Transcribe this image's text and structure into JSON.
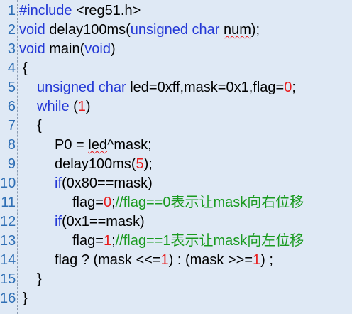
{
  "colors": {
    "background": "#dfe9f5",
    "keyword": "#2338d6",
    "number": "#e81c1c",
    "comment": "#199a1f",
    "line_number": "#2f6fb5"
  },
  "lines": [
    {
      "n": "1",
      "indent": 0,
      "tokens": [
        {
          "t": "#include",
          "c": "kw"
        },
        {
          "t": " <reg51.h>",
          "c": "plain"
        }
      ]
    },
    {
      "n": "2",
      "indent": 0,
      "tokens": [
        {
          "t": "void",
          "c": "kw"
        },
        {
          "t": " delay100ms(",
          "c": "plain"
        },
        {
          "t": "unsigned",
          "c": "kw"
        },
        {
          "t": " ",
          "c": "plain"
        },
        {
          "t": "char",
          "c": "kw"
        },
        {
          "t": " ",
          "c": "plain"
        },
        {
          "t": "num",
          "c": "squiggle"
        },
        {
          "t": ");",
          "c": "plain"
        }
      ]
    },
    {
      "n": "3",
      "indent": 0,
      "tokens": [
        {
          "t": "void",
          "c": "kw"
        },
        {
          "t": " main(",
          "c": "plain"
        },
        {
          "t": "void",
          "c": "kw"
        },
        {
          "t": ")",
          "c": "plain"
        }
      ]
    },
    {
      "n": "4",
      "indent": 1,
      "tokens": [
        {
          "t": "{",
          "c": "plain"
        }
      ]
    },
    {
      "n": "5",
      "indent": 2,
      "tokens": [
        {
          "t": "unsigned",
          "c": "kw"
        },
        {
          "t": " ",
          "c": "plain"
        },
        {
          "t": "char",
          "c": "kw"
        },
        {
          "t": " led=0xff,mask=0x1,flag=",
          "c": "plain"
        },
        {
          "t": "0",
          "c": "num"
        },
        {
          "t": ";",
          "c": "plain"
        }
      ]
    },
    {
      "n": "6",
      "indent": 2,
      "tokens": [
        {
          "t": "while",
          "c": "kw"
        },
        {
          "t": " (",
          "c": "plain"
        },
        {
          "t": "1",
          "c": "num"
        },
        {
          "t": ")",
          "c": "plain"
        }
      ]
    },
    {
      "n": "7",
      "indent": 2,
      "tokens": [
        {
          "t": "{",
          "c": "plain"
        }
      ]
    },
    {
      "n": "8",
      "indent": 3,
      "tokens": [
        {
          "t": "P0 = ",
          "c": "plain"
        },
        {
          "t": "led",
          "c": "squiggle"
        },
        {
          "t": "^mask;",
          "c": "plain"
        }
      ]
    },
    {
      "n": "9",
      "indent": 3,
      "tokens": [
        {
          "t": "delay100ms(",
          "c": "plain"
        },
        {
          "t": "5",
          "c": "num"
        },
        {
          "t": ");",
          "c": "plain"
        }
      ]
    },
    {
      "n": "10",
      "indent": 3,
      "tokens": [
        {
          "t": "if",
          "c": "kw"
        },
        {
          "t": "(0x80==mask)",
          "c": "plain"
        }
      ]
    },
    {
      "n": "11",
      "indent": 4,
      "tokens": [
        {
          "t": "flag=",
          "c": "plain"
        },
        {
          "t": "0",
          "c": "num"
        },
        {
          "t": ";",
          "c": "plain"
        },
        {
          "t": "//flag==0表示让mask向右位移",
          "c": "cmt"
        }
      ]
    },
    {
      "n": "12",
      "indent": 3,
      "tokens": [
        {
          "t": "if",
          "c": "kw"
        },
        {
          "t": "(0x1==mask)",
          "c": "plain"
        }
      ]
    },
    {
      "n": "13",
      "indent": 4,
      "tokens": [
        {
          "t": "flag=",
          "c": "plain"
        },
        {
          "t": "1",
          "c": "num"
        },
        {
          "t": ";",
          "c": "plain"
        },
        {
          "t": "//flag==1表示让mask向左位移",
          "c": "cmt"
        }
      ]
    },
    {
      "n": "14",
      "indent": 3,
      "tokens": [
        {
          "t": "flag ? (mask <<=",
          "c": "plain"
        },
        {
          "t": "1",
          "c": "num"
        },
        {
          "t": ") : (mask >>=",
          "c": "plain"
        },
        {
          "t": "1",
          "c": "num"
        },
        {
          "t": ") ;",
          "c": "plain"
        }
      ]
    },
    {
      "n": "15",
      "indent": 2,
      "tokens": [
        {
          "t": "}",
          "c": "plain"
        }
      ]
    },
    {
      "n": "16",
      "indent": 1,
      "tokens": [
        {
          "t": "}",
          "c": "plain"
        }
      ]
    }
  ]
}
